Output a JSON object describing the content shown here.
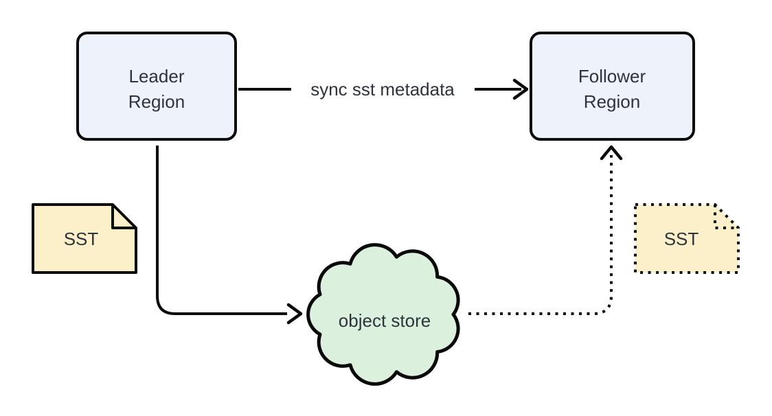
{
  "diagram": {
    "title": "",
    "nodes": {
      "leader": {
        "line1": "Leader",
        "line2": "Region",
        "shape": "rounded-rect"
      },
      "follower": {
        "line1": "Follower",
        "line2": "Region",
        "shape": "rounded-rect"
      },
      "object_store": {
        "label": "object store",
        "shape": "cloud"
      },
      "sst_left": {
        "label": "SST",
        "shape": "document",
        "border_style": "solid"
      },
      "sst_right": {
        "label": "SST",
        "shape": "document",
        "border_style": "dotted"
      }
    },
    "edges": {
      "sync": {
        "label": "sync sst metadata",
        "from": "leader",
        "to": "follower",
        "style": "solid-arrow"
      },
      "leader_to_store": {
        "from": "leader",
        "to": "object_store",
        "style": "solid-arrow"
      },
      "store_to_follower": {
        "from": "object_store",
        "to": "follower",
        "style": "dotted-arrow"
      }
    }
  },
  "colors": {
    "node_blue": "#edf2fb",
    "doc_yellow": "#fcf0cb",
    "cloud_green": "#dcf1dd",
    "stroke": "#0a0a0a",
    "text": "#2e343b",
    "background": "#ffffff"
  }
}
